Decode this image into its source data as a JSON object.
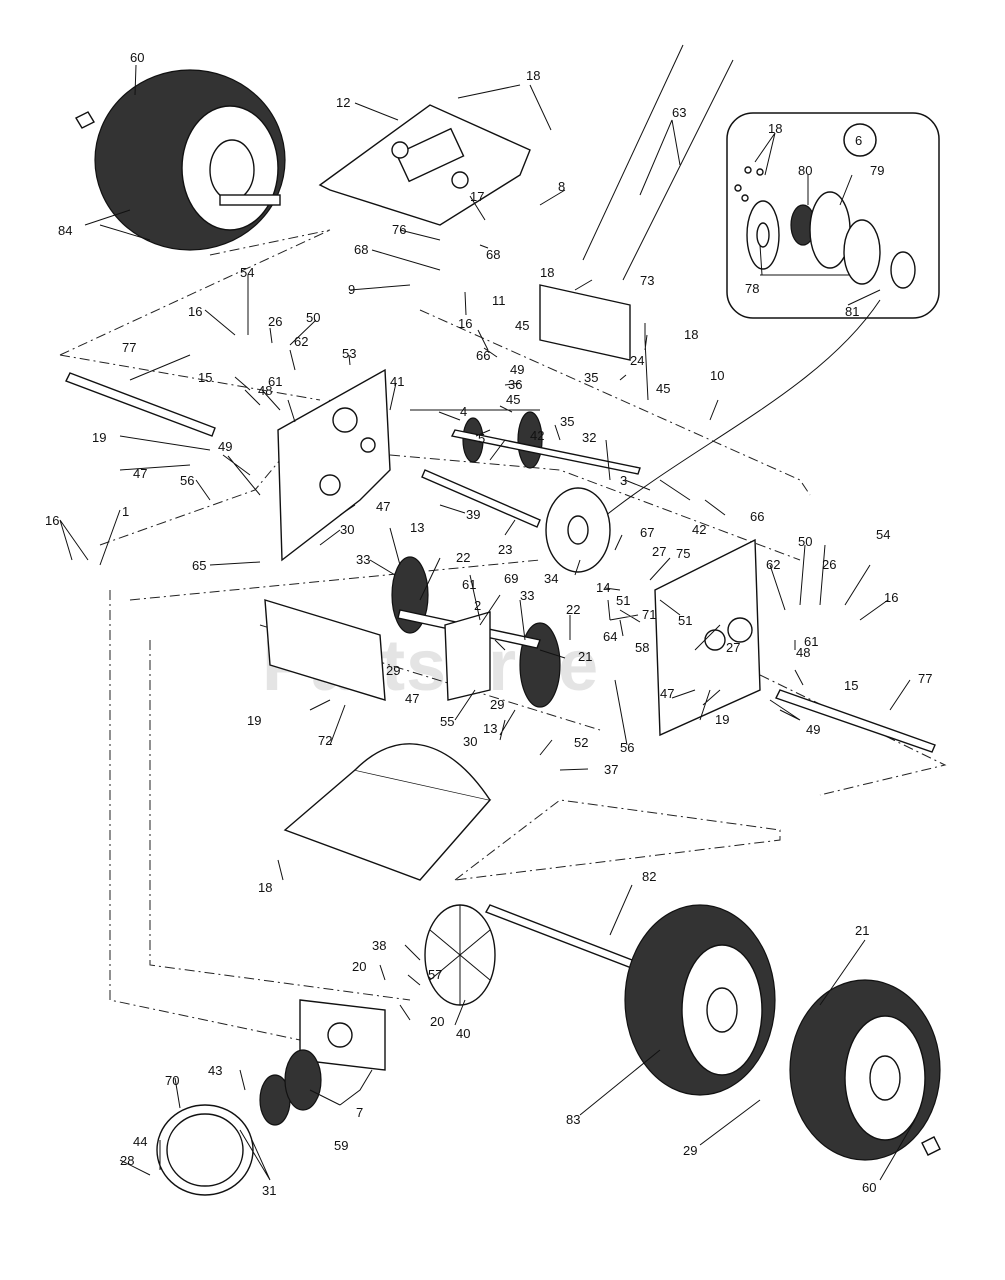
{
  "watermark": "PartsTree",
  "inset_badge": "6",
  "callouts": [
    {
      "id": "c60a",
      "text": "60"
    },
    {
      "id": "c84",
      "text": "84"
    },
    {
      "id": "c12",
      "text": "12"
    },
    {
      "id": "c18a",
      "text": "18"
    },
    {
      "id": "c63",
      "text": "63"
    },
    {
      "id": "c18b",
      "text": "18"
    },
    {
      "id": "c80",
      "text": "80"
    },
    {
      "id": "c79",
      "text": "79"
    },
    {
      "id": "c78",
      "text": "78"
    },
    {
      "id": "c81",
      "text": "81"
    },
    {
      "id": "c17",
      "text": "17"
    },
    {
      "id": "c8",
      "text": "8"
    },
    {
      "id": "c76",
      "text": "76"
    },
    {
      "id": "c68a",
      "text": "68"
    },
    {
      "id": "c68b",
      "text": "68"
    },
    {
      "id": "c9",
      "text": "9"
    },
    {
      "id": "c16a",
      "text": "16"
    },
    {
      "id": "c54a",
      "text": "54"
    },
    {
      "id": "c73",
      "text": "73"
    },
    {
      "id": "c18c",
      "text": "18"
    },
    {
      "id": "c11",
      "text": "11"
    },
    {
      "id": "c18d",
      "text": "18"
    },
    {
      "id": "c16b",
      "text": "16"
    },
    {
      "id": "c26a",
      "text": "26"
    },
    {
      "id": "c50a",
      "text": "50"
    },
    {
      "id": "c77a",
      "text": "77"
    },
    {
      "id": "c62a",
      "text": "62"
    },
    {
      "id": "c53",
      "text": "53"
    },
    {
      "id": "c45a",
      "text": "45"
    },
    {
      "id": "c66a",
      "text": "66"
    },
    {
      "id": "c49a",
      "text": "49"
    },
    {
      "id": "c24",
      "text": "24"
    },
    {
      "id": "c15a",
      "text": "15"
    },
    {
      "id": "c48a",
      "text": "48"
    },
    {
      "id": "c41",
      "text": "41"
    },
    {
      "id": "c36",
      "text": "36"
    },
    {
      "id": "c35a",
      "text": "35"
    },
    {
      "id": "c45b",
      "text": "45"
    },
    {
      "id": "c10",
      "text": "10"
    },
    {
      "id": "c61a",
      "text": "61"
    },
    {
      "id": "c4",
      "text": "4"
    },
    {
      "id": "c45c",
      "text": "45"
    },
    {
      "id": "c42a",
      "text": "42"
    },
    {
      "id": "c35b",
      "text": "35"
    },
    {
      "id": "c19a",
      "text": "19"
    },
    {
      "id": "c49b",
      "text": "49"
    },
    {
      "id": "c47a",
      "text": "47"
    },
    {
      "id": "c5",
      "text": "5"
    },
    {
      "id": "c32",
      "text": "32"
    },
    {
      "id": "c3",
      "text": "3"
    },
    {
      "id": "c56a",
      "text": "56"
    },
    {
      "id": "c42b",
      "text": "42"
    },
    {
      "id": "c66b",
      "text": "66"
    },
    {
      "id": "c47b",
      "text": "47"
    },
    {
      "id": "c39",
      "text": "39"
    },
    {
      "id": "c16c",
      "text": "16"
    },
    {
      "id": "c1",
      "text": "1"
    },
    {
      "id": "c30a",
      "text": "30"
    },
    {
      "id": "c23",
      "text": "23"
    },
    {
      "id": "c67",
      "text": "67"
    },
    {
      "id": "c13a",
      "text": "13"
    },
    {
      "id": "c27a",
      "text": "27"
    },
    {
      "id": "c75",
      "text": "75"
    },
    {
      "id": "c33a",
      "text": "33"
    },
    {
      "id": "c22a",
      "text": "22"
    },
    {
      "id": "c65",
      "text": "65"
    },
    {
      "id": "c34",
      "text": "34"
    },
    {
      "id": "c14",
      "text": "14"
    },
    {
      "id": "c50b",
      "text": "50"
    },
    {
      "id": "c54b",
      "text": "54"
    },
    {
      "id": "c61b",
      "text": "61"
    },
    {
      "id": "c69",
      "text": "69"
    },
    {
      "id": "c33b",
      "text": "33"
    },
    {
      "id": "c51a",
      "text": "51"
    },
    {
      "id": "c62b",
      "text": "62"
    },
    {
      "id": "c26b",
      "text": "26"
    },
    {
      "id": "c2",
      "text": "2"
    },
    {
      "id": "c22b",
      "text": "22"
    },
    {
      "id": "c71",
      "text": "71"
    },
    {
      "id": "c51b",
      "text": "51"
    },
    {
      "id": "c16d",
      "text": "16"
    },
    {
      "id": "c64",
      "text": "64"
    },
    {
      "id": "c58",
      "text": "58"
    },
    {
      "id": "c27b",
      "text": "27"
    },
    {
      "id": "c61c",
      "text": "61"
    },
    {
      "id": "c48b",
      "text": "48"
    },
    {
      "id": "c29a",
      "text": "29"
    },
    {
      "id": "c21a",
      "text": "21"
    },
    {
      "id": "c15b",
      "text": "15"
    },
    {
      "id": "c47c",
      "text": "47"
    },
    {
      "id": "c47d",
      "text": "47"
    },
    {
      "id": "c19b",
      "text": "19"
    },
    {
      "id": "c55",
      "text": "55"
    },
    {
      "id": "c29b",
      "text": "29"
    },
    {
      "id": "c13b",
      "text": "13"
    },
    {
      "id": "c77b",
      "text": "77"
    },
    {
      "id": "c72",
      "text": "72"
    },
    {
      "id": "c30b",
      "text": "30"
    },
    {
      "id": "c56b",
      "text": "56"
    },
    {
      "id": "c19c",
      "text": "19"
    },
    {
      "id": "c49c",
      "text": "49"
    },
    {
      "id": "c52",
      "text": "52"
    },
    {
      "id": "c37",
      "text": "37"
    },
    {
      "id": "c82",
      "text": "82"
    },
    {
      "id": "c18e",
      "text": "18"
    },
    {
      "id": "c21b",
      "text": "21"
    },
    {
      "id": "c38",
      "text": "38"
    },
    {
      "id": "c20a",
      "text": "20"
    },
    {
      "id": "c57",
      "text": "57"
    },
    {
      "id": "c20b",
      "text": "20"
    },
    {
      "id": "c40",
      "text": "40"
    },
    {
      "id": "c70",
      "text": "70"
    },
    {
      "id": "c43",
      "text": "43"
    },
    {
      "id": "c7",
      "text": "7"
    },
    {
      "id": "c83",
      "text": "83"
    },
    {
      "id": "c59",
      "text": "59"
    },
    {
      "id": "c44",
      "text": "44"
    },
    {
      "id": "c28",
      "text": "28"
    },
    {
      "id": "c29c",
      "text": "29"
    },
    {
      "id": "c31",
      "text": "31"
    },
    {
      "id": "c60b",
      "text": "60"
    }
  ]
}
